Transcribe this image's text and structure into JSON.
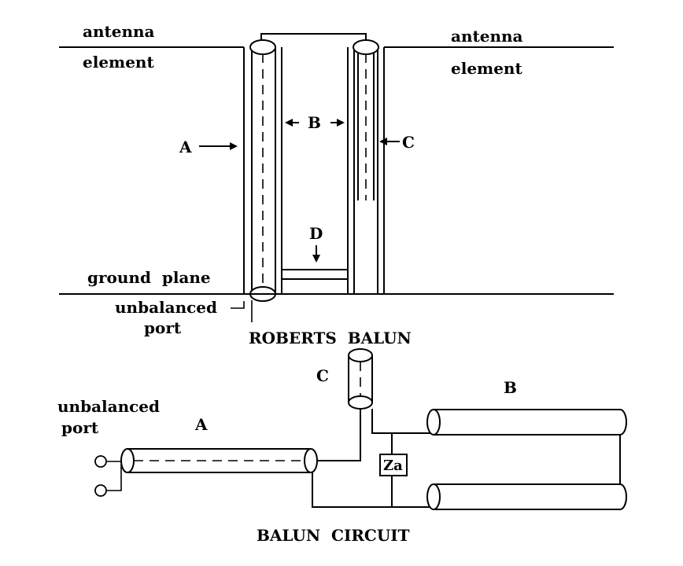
{
  "top": {
    "antenna_left_1": "antenna",
    "antenna_left_2": "element",
    "antenna_right_1": "antenna",
    "antenna_right_2": "element",
    "label_a": "A",
    "label_b": "B",
    "label_c": "C",
    "label_d": "D",
    "ground_plane": "ground  plane",
    "unbalanced_1": "unbalanced",
    "unbalanced_2": "port",
    "caption": "ROBERTS  BALUN"
  },
  "bottom": {
    "unbalanced_1": "unbalanced",
    "unbalanced_2": "port",
    "label_a": "A",
    "label_b": "B",
    "label_c": "C",
    "impedance": "Za",
    "caption": "BALUN  CIRCUIT"
  }
}
